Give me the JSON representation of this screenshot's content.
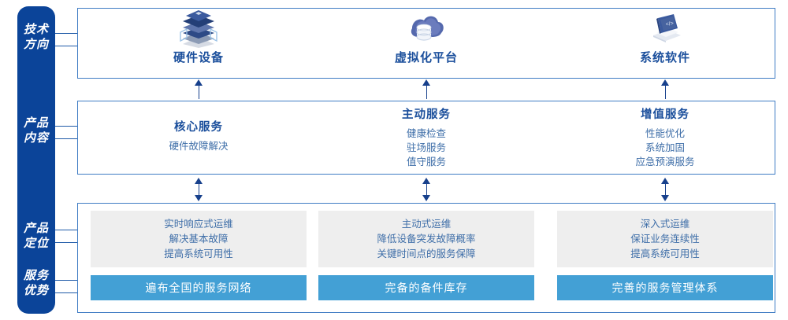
{
  "sidebar": {
    "labels": [
      {
        "name": "tech-direction",
        "lines": [
          "技术",
          "方向"
        ]
      },
      {
        "name": "product-content",
        "lines": [
          "产品",
          "内容"
        ]
      },
      {
        "name": "product-positioning",
        "lines": [
          "产品",
          "定位"
        ]
      },
      {
        "name": "service-advantage",
        "lines": [
          "服务",
          "优势"
        ]
      }
    ]
  },
  "tech_row": {
    "columns": [
      {
        "icon": "stacked-servers-icon",
        "title": "硬件设备"
      },
      {
        "icon": "cloud-database-icon",
        "title": "虚拟化平台"
      },
      {
        "icon": "laptop-code-icon",
        "title": "系统软件"
      }
    ]
  },
  "content_row": {
    "columns": [
      {
        "title": "核心服务",
        "items": [
          "硬件故障解决"
        ]
      },
      {
        "title": "主动服务",
        "items": [
          "健康检查",
          "驻场服务",
          "值守服务"
        ]
      },
      {
        "title": "增值服务",
        "items": [
          "性能优化",
          "系统加固",
          "应急预演服务"
        ]
      }
    ]
  },
  "positioning_row": {
    "cards": [
      {
        "lines": [
          "实时响应式运维",
          "解决基本故障",
          "提高系统可用性"
        ]
      },
      {
        "lines": [
          "主动式运维",
          "降低设备突发故障概率",
          "关键时间点的服务保障"
        ]
      },
      {
        "lines": [
          "深入式运维",
          "保证业务连续性",
          "提高系统可用性"
        ]
      }
    ]
  },
  "advantage_row": {
    "bars": [
      {
        "label": "遍布全国的服务网络"
      },
      {
        "label": "完备的备件库存"
      },
      {
        "label": "完善的服务管理体系"
      }
    ]
  },
  "colors": {
    "sidebar_blue": "#0b4499",
    "box_border_blue": "#3f7cc4",
    "title_blue": "#1b4f9c",
    "text_blue": "#3e6ea8",
    "card_gray": "#eeeeee",
    "bar_blue": "#43a0d5",
    "arrow_blue": "#17408c"
  }
}
